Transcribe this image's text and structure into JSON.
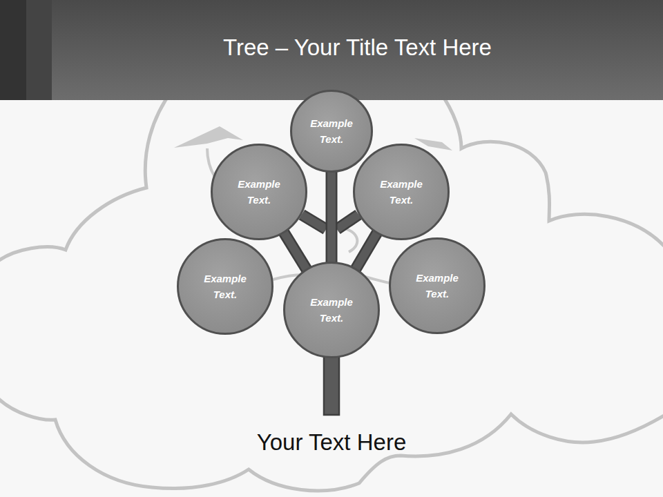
{
  "diagram": {
    "title": "Tree – Your Title Text Here",
    "caption": "Your Text Here",
    "nodes": [
      {
        "text": [
          "Example Text."
        ]
      },
      {
        "text": [
          "Example Text."
        ]
      },
      {
        "text": [
          "Example Text."
        ]
      },
      {
        "text": [
          "Example Text."
        ]
      },
      {
        "text": [
          "Example Text."
        ]
      },
      {
        "text": [
          "Example Text."
        ]
      }
    ],
    "edges": [
      {
        "from": 5,
        "to": 0,
        "arrow": "none"
      },
      {
        "from": 5,
        "to": 1,
        "arrow": "none"
      },
      {
        "from": 5,
        "to": 2,
        "arrow": "none"
      }
    ]
  }
}
